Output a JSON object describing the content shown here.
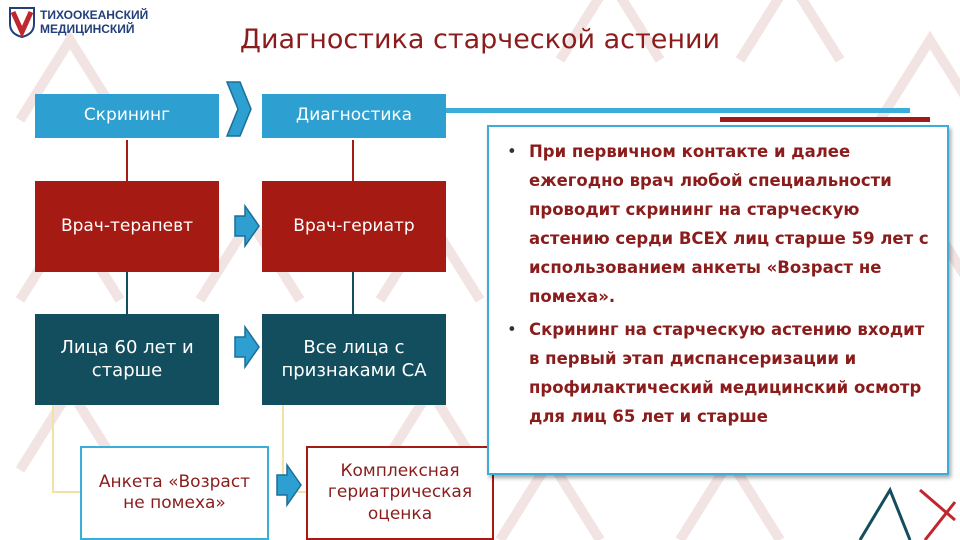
{
  "logo": {
    "line1": "ТИХООКЕАНСКИЙ",
    "line2": "МЕДИЦИНСКИЙ",
    "icon": "shield-logo-icon"
  },
  "title": "Диагностика старческой астении",
  "flow": {
    "col1": {
      "header": "Скрининг",
      "doctor": "Врач-терапевт",
      "population": "Лица 60 лет и старше",
      "tool": "Анкета «Возраст не помеха»"
    },
    "col2": {
      "header": "Диагностика",
      "doctor": "Врач-гериатр",
      "population": "Все лица с признаками СА",
      "tool": "Комплексная гериатрическая оценка"
    }
  },
  "callout": {
    "bullet_symbol": "•",
    "items": [
      "При первичном контакте и далее ежегодно врач любой специальности проводит скрининг на старческую астению серди ВСЕХ лиц старше 59 лет с использованием анкеты «Возраст не помеха».",
      "Скрининг на старческую астению входит в первый этап диспансеризации и профилактический медицинский осмотр для лиц 65 лет и старше"
    ]
  },
  "colors": {
    "cyan": "#2d9fd0",
    "red": "#a51a12",
    "teal": "#134e5e",
    "title": "#8a1c1c"
  }
}
